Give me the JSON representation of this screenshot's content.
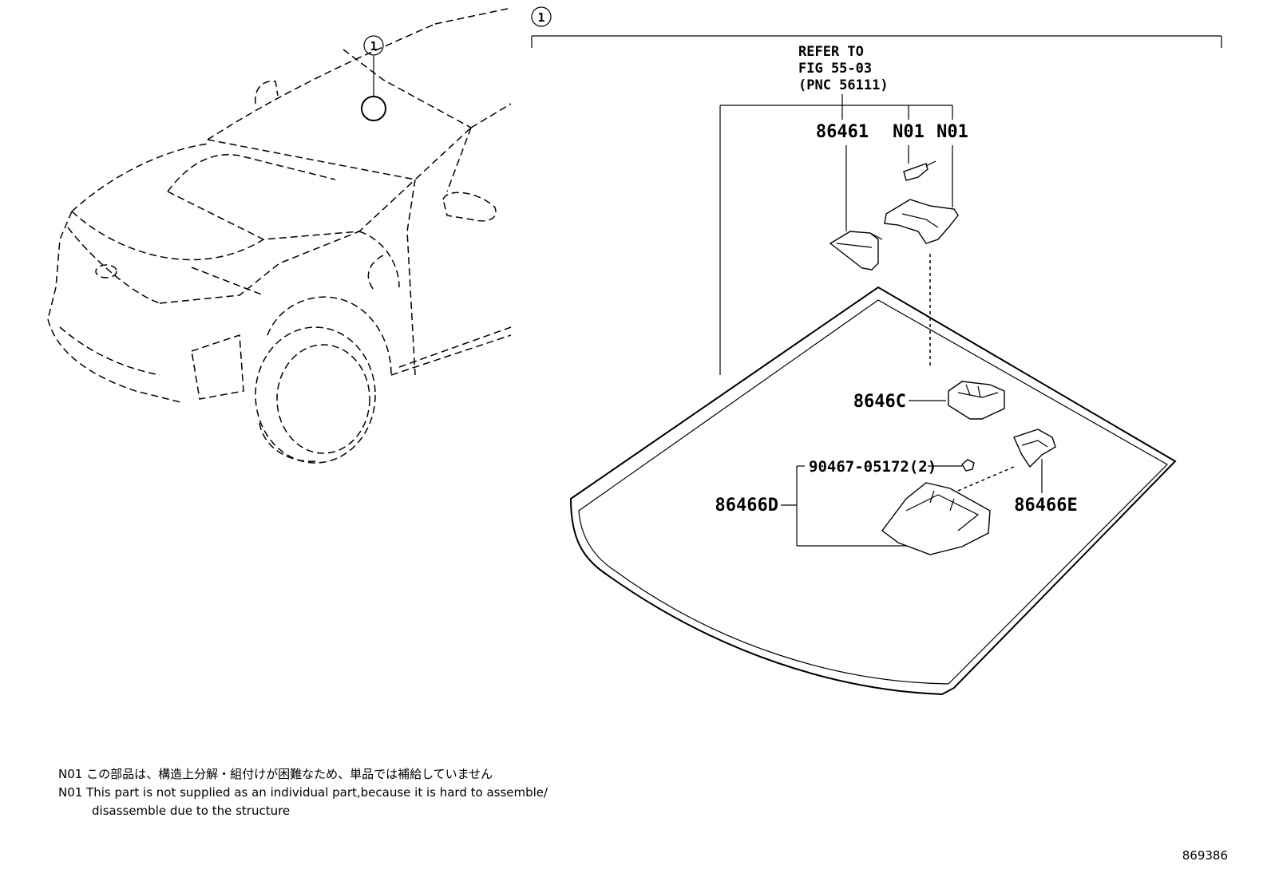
{
  "callout_number": "1",
  "refer_to": {
    "line1": "REFER TO",
    "line2": "FIG 55-03",
    "line3": "(PNC 56111)"
  },
  "parts": {
    "p86461": "86461",
    "n01_a": "N01",
    "n01_b": "N01",
    "p8646c": "8646C",
    "p90467": "90467-05172(2)",
    "p86466d": "86466D",
    "p86466e": "86466E"
  },
  "notes": {
    "jp": "N01 この部品は、構造上分解・組付けが困難なため、単品では補給していません",
    "en_line1": "N01 This part is not supplied as an individual part,because it is hard to assemble/",
    "en_line2": "disassemble due to the structure"
  },
  "figure_id": "869386"
}
